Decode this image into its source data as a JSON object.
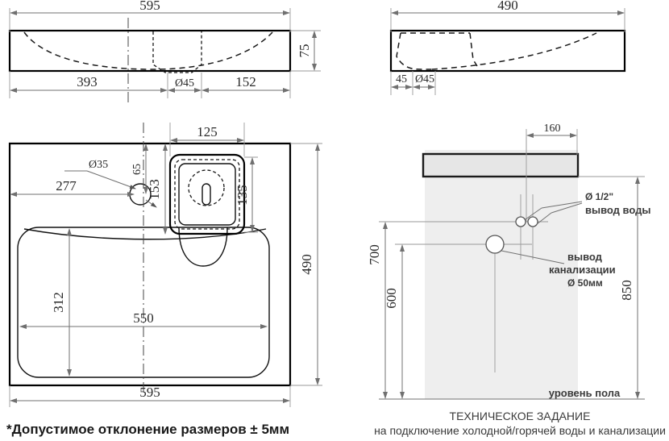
{
  "document": {
    "type": "technical-drawing",
    "subject": "washbasin-dimensions-and-plumbing-rough-in"
  },
  "views": {
    "front_section": {
      "name": "front-section-view",
      "dimensions": {
        "overall_width": "595",
        "height": "75",
        "left_span": "393",
        "right_span": "152",
        "drain_diameter": "Ø45"
      }
    },
    "side_section": {
      "name": "side-section-view",
      "dimensions": {
        "overall_depth": "490",
        "edge_offset": "45",
        "drain_diameter": "Ø45"
      }
    },
    "plan": {
      "name": "plan-top-view",
      "dimensions": {
        "overall_width": "595",
        "overall_depth": "490",
        "tap_hole_diameter": "Ø35",
        "tap_hole_from_left": "277",
        "tap_hole_from_rear": "65",
        "recess_from_rear": "153",
        "recess_width": "125",
        "recess_depth": "135",
        "bowl_width": "550",
        "bowl_depth": "312"
      }
    },
    "installation": {
      "name": "installation-elevation-view",
      "dimensions": {
        "water_outlets_spacing": "160",
        "water_outlet_height": "700",
        "drain_height": "600",
        "counter_height": "850"
      },
      "labels": {
        "water_outlet_size": "Ø 1/2\"",
        "water_outlet_text": "вывод воды",
        "drain_text_line1": "вывод",
        "drain_text_line2": "канализации",
        "drain_size": "Ø 50мм",
        "floor_level": "уровень пола"
      }
    }
  },
  "notes": {
    "tolerance": "*Допустимое отклонение размеров ± 5мм"
  },
  "caption": {
    "title": "ТЕХНИЧЕСКОЕ ЗАДАНИЕ",
    "subtitle": "на подключение холодной/горячей воды и канализации"
  },
  "colors": {
    "line": "#000000",
    "dimension": "#707070",
    "wall_fill": "#eeeeee",
    "counter_fill": "#e6e6e6"
  }
}
